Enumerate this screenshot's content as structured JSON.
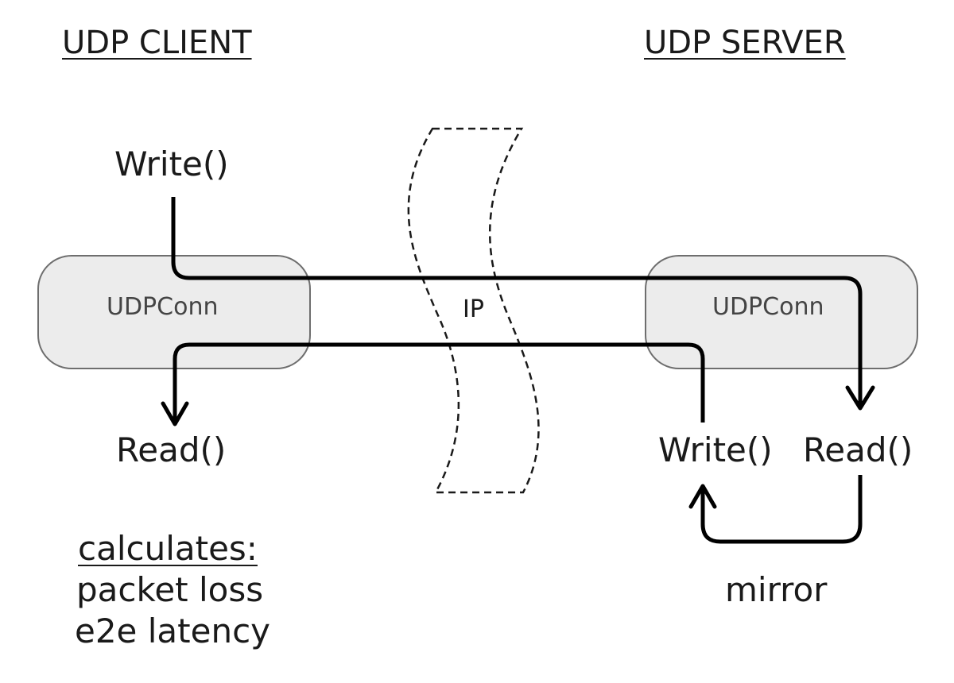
{
  "client": {
    "heading": "UDP CLIENT",
    "write_label": "Write()",
    "conn_label": "UDPConn",
    "read_label": "Read()",
    "calc_title": "calculates:",
    "calc_items": [
      "packet loss",
      "e2e latency"
    ]
  },
  "network": {
    "label": "IP"
  },
  "server": {
    "heading": "UDP SERVER",
    "conn_label": "UDPConn",
    "write_label": "Write()",
    "read_label": "Read()",
    "mirror_label": "mirror"
  },
  "colors": {
    "box_fill": "#ececec",
    "box_stroke": "#6e6e6e",
    "line": "#000000"
  }
}
